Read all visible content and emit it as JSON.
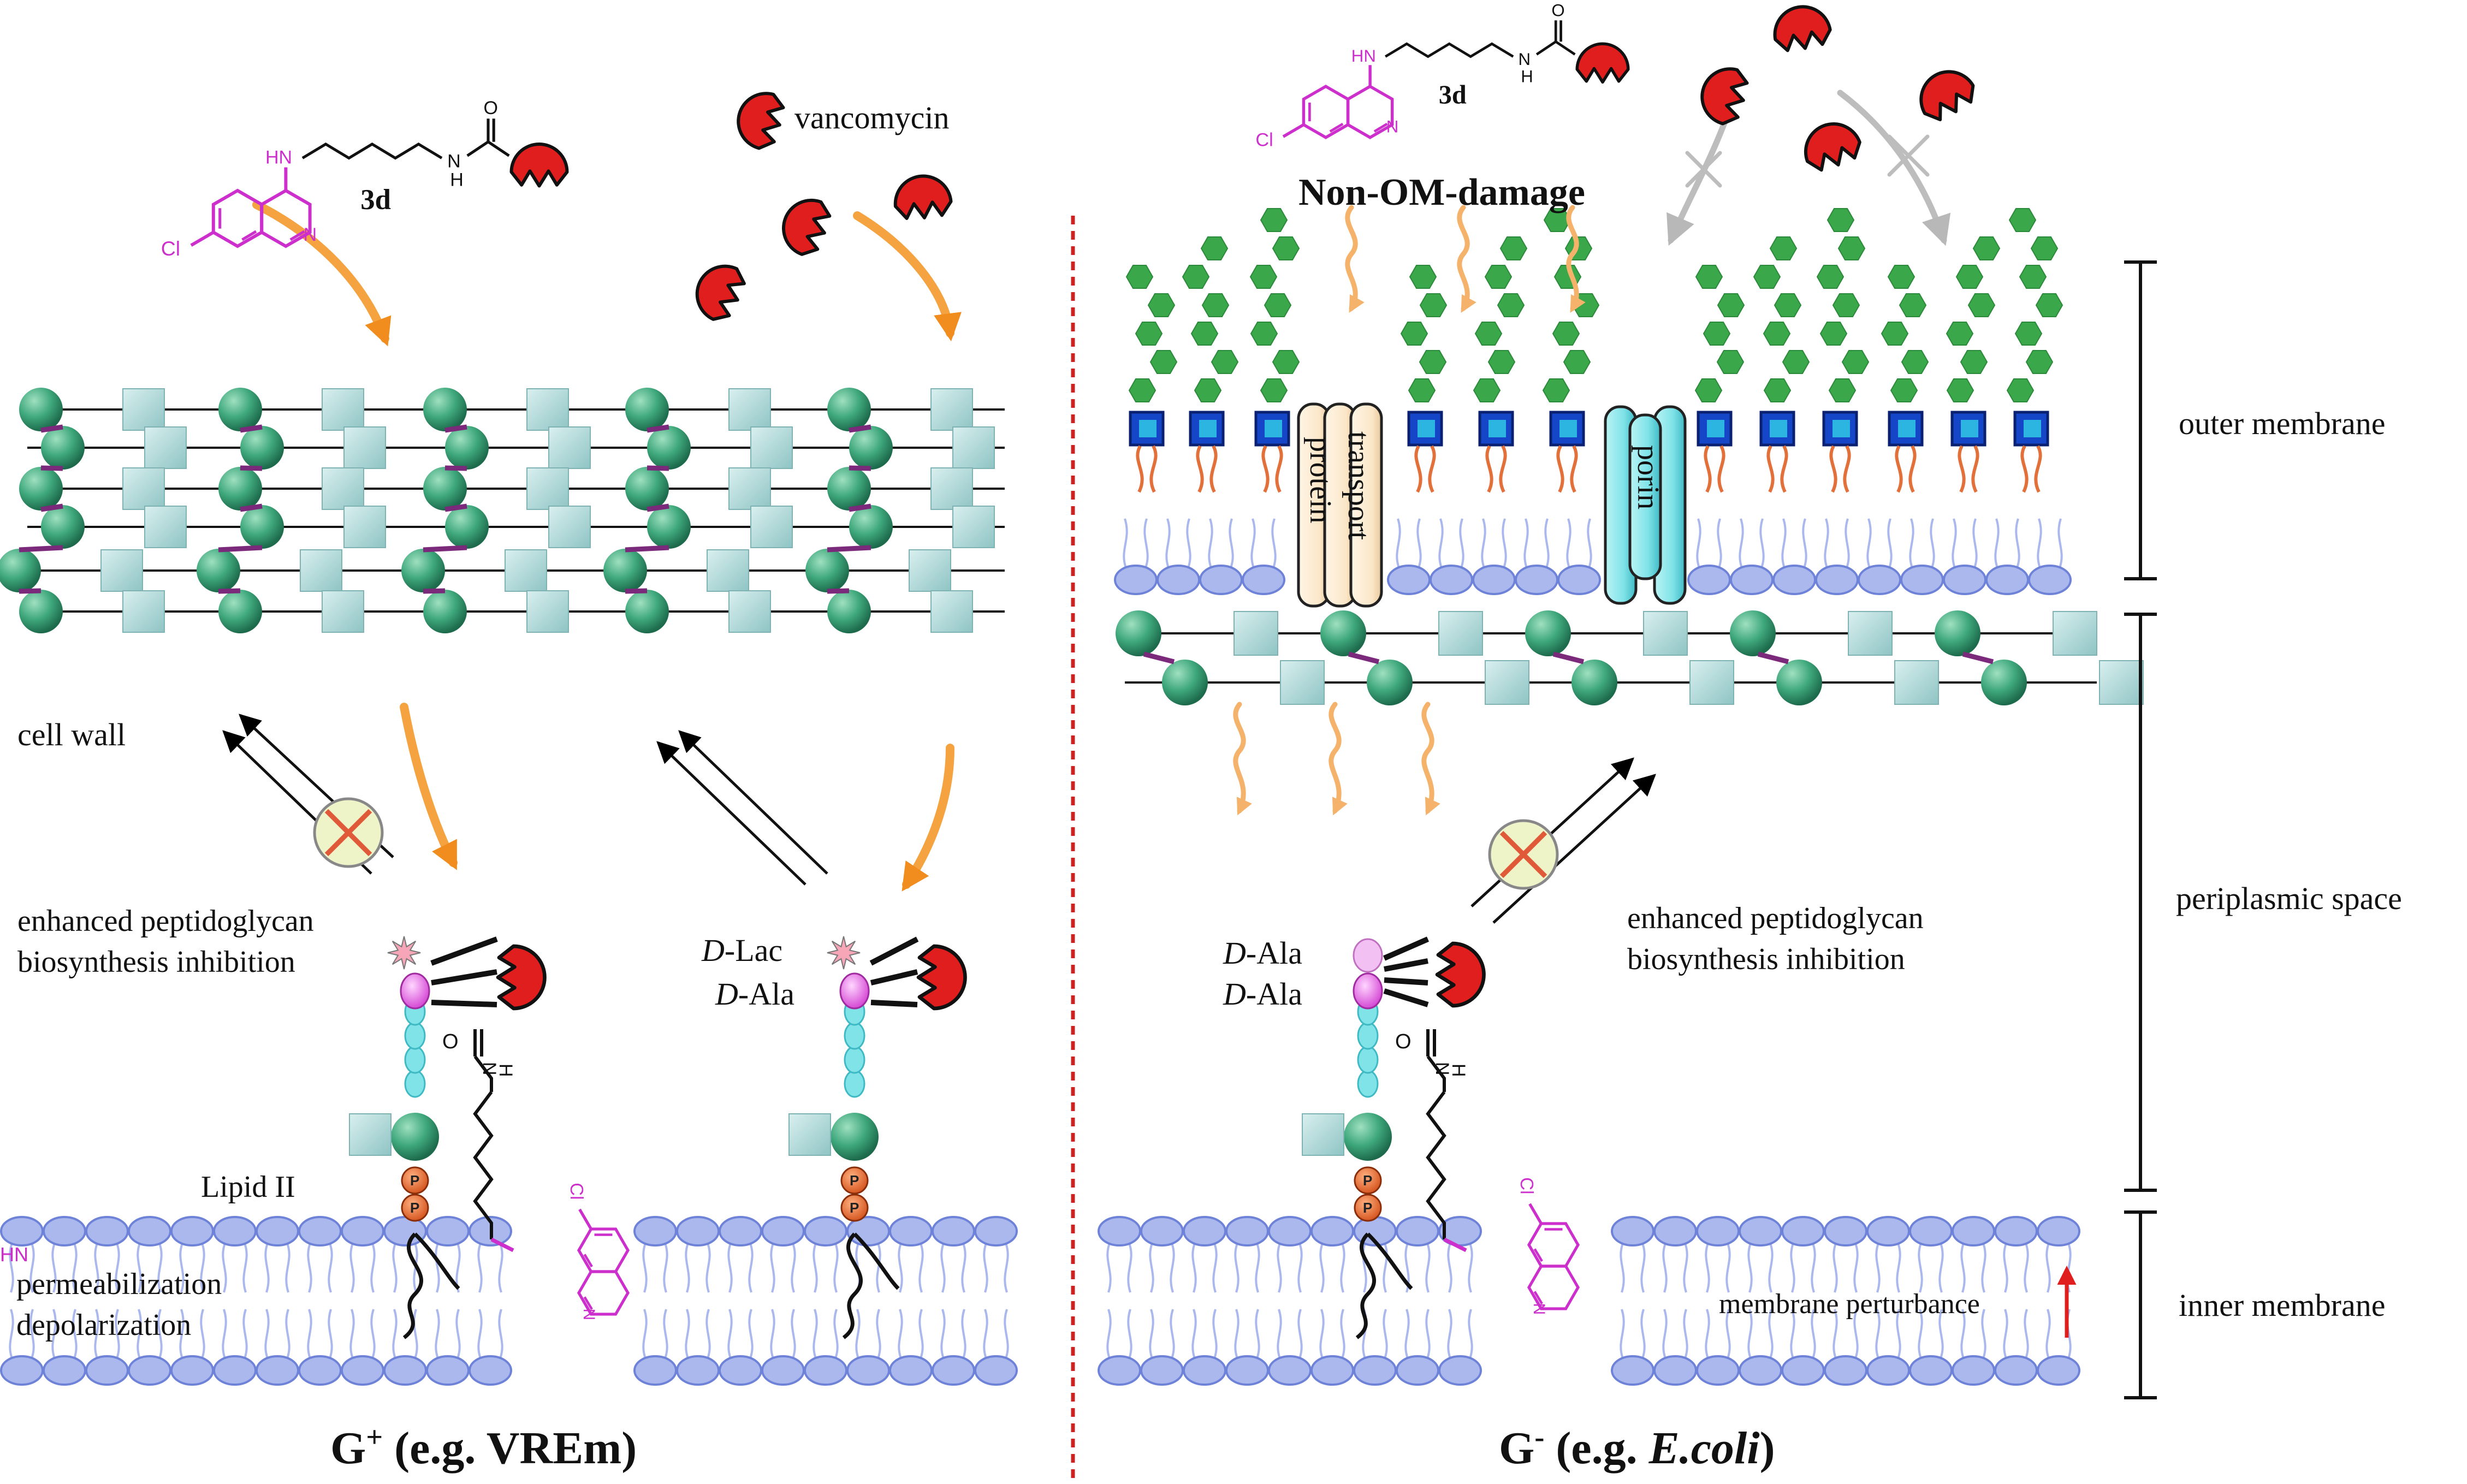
{
  "colors": {
    "sphere": "#3fa87c",
    "block": "#a9d3d3",
    "hexagon": "#3aa84a",
    "lps_block": "#1546c8",
    "lipid_head": "#aab8ee",
    "lipid_edge": "#6e82d8",
    "vancomycin": "#e01e1e",
    "chloroquinoline": "#cc2fcc",
    "arrow_orange": "#f4a340",
    "divider": "#cc2222",
    "porin": "#7fe3e8",
    "transport_protein": "#fbe6c8"
  },
  "left": {
    "compound": "3d",
    "vancomycin_label": "vancomycin",
    "cell_wall_label": "cell wall",
    "inhibition_line1": "enhanced peptidoglycan",
    "inhibition_line2": "biosynthesis inhibition",
    "dlac_prefix": "D",
    "dlac_suffix": "-Lac",
    "dala_prefix": "D",
    "dala_suffix": "-Ala",
    "lipid_ii_label": "Lipid II",
    "permeabilization_label": "permeabilization",
    "depolarization_label": "depolarization",
    "panel_title_main": "G",
    "panel_title_sup": "+",
    "panel_title_rest": " (e.g. VREm)"
  },
  "right": {
    "compound": "3d",
    "non_om_damage": "Non-OM-damage",
    "transport_protein_label": "transport protein",
    "transport_word1": "transport",
    "transport_word2": "protein",
    "porin_label": "porin",
    "outer_membrane_label": "outer membrane",
    "periplasmic_space_label": "periplasmic space",
    "inner_membrane_label": "inner membrane",
    "inhibition_line1": "enhanced peptidoglycan",
    "inhibition_line2": "biosynthesis inhibition",
    "dala_prefix": "D",
    "dala_suffix": "-Ala",
    "membrane_perturbance_label": "membrane perturbance",
    "panel_title_main": "G",
    "panel_title_sup": "-",
    "panel_title_rest": " (e.g. ",
    "panel_title_italic": "E.coli",
    "panel_title_end": ")"
  },
  "chem": {
    "hn": "HN",
    "n": "N",
    "h": "H",
    "o": "O",
    "cl": "Cl",
    "p": "P"
  }
}
